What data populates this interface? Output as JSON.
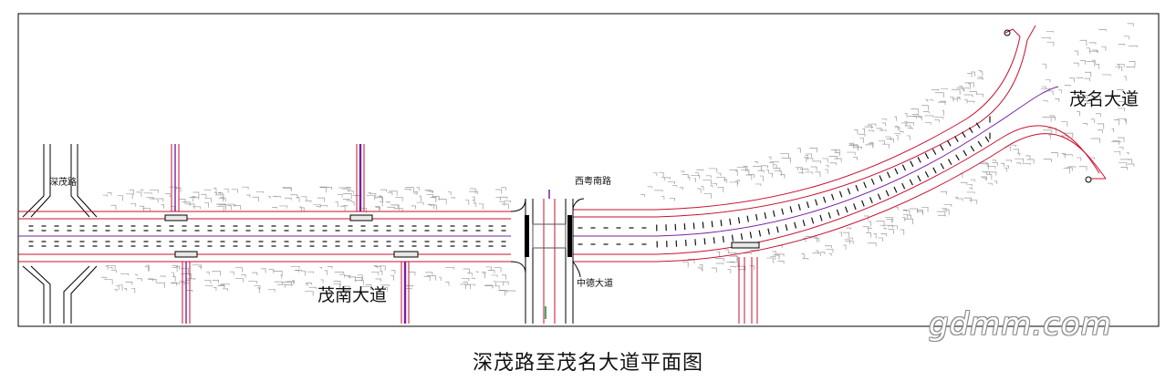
{
  "drawing": {
    "caption": "深茂路至茂名大道平面图",
    "watermark": "gdmm.com"
  },
  "road_labels": {
    "shenmao_road": "深茂路",
    "maonan_avenue": "茂南大道",
    "xiyue_south_road": "西粤南路",
    "zhongde_avenue": "中德大道",
    "maoming_avenue": "茂名大道"
  },
  "colors": {
    "frame": "#000000",
    "road_edge": "#c8102e",
    "centerline": "#7a1fa2",
    "marking": "#111111",
    "terrain": "#9a9a9a"
  }
}
